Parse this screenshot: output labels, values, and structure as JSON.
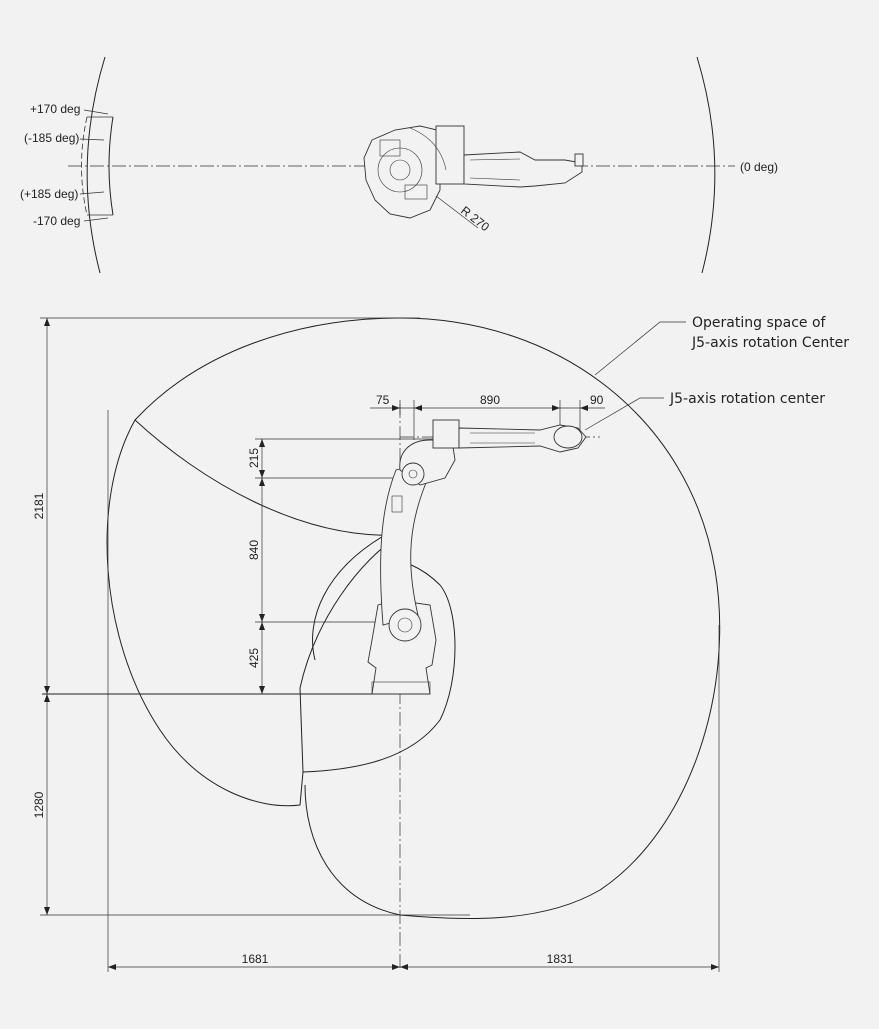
{
  "top_view": {
    "angle_pos170": "+170 deg",
    "angle_neg185": "(-185 deg)",
    "angle_pos185": "(+185 deg)",
    "angle_neg170": "-170 deg",
    "angle_zero": "(0 deg)",
    "radius": "R 270"
  },
  "side_view": {
    "operating_space_line1": "Operating space of",
    "operating_space_line2": "J5-axis rotation Center",
    "j5_center": "J5-axis rotation center",
    "dim_75": "75",
    "dim_890": "890",
    "dim_90": "90",
    "dim_215": "215",
    "dim_840": "840",
    "dim_425": "425",
    "dim_2181": "2181",
    "dim_1280": "1280",
    "dim_1681": "1681",
    "dim_1831": "1831"
  }
}
